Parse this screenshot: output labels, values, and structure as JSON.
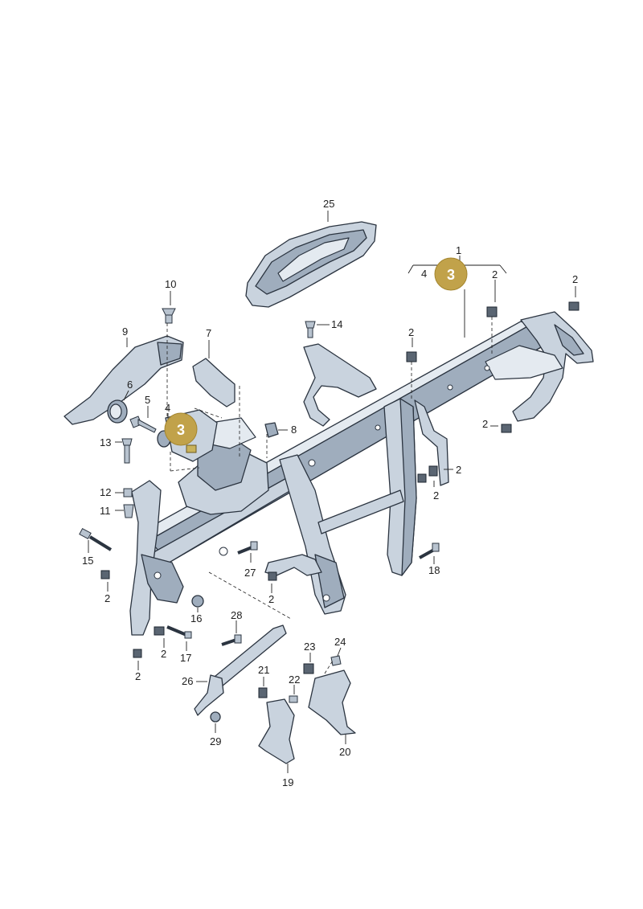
{
  "callouts": {
    "c1": "1",
    "c2": "2",
    "c3": "3",
    "c4": "4",
    "c5": "5",
    "c6": "6",
    "c7": "7",
    "c8": "8",
    "c9": "9",
    "c10": "10",
    "c11": "11",
    "c12": "12",
    "c13": "13",
    "c14": "14",
    "c15": "15",
    "c16": "16",
    "c17": "17",
    "c18": "18",
    "c19": "19",
    "c20": "20",
    "c21": "21",
    "c22": "22",
    "c23": "23",
    "c24": "24",
    "c25": "25",
    "c26": "26",
    "c27": "27",
    "c28": "28",
    "c29": "29"
  },
  "badges": {
    "right_badge": "3",
    "left_badge": "3"
  },
  "colors": {
    "badge": "#c1a24a",
    "part": "#c9d3de",
    "outline": "#2b3440"
  }
}
